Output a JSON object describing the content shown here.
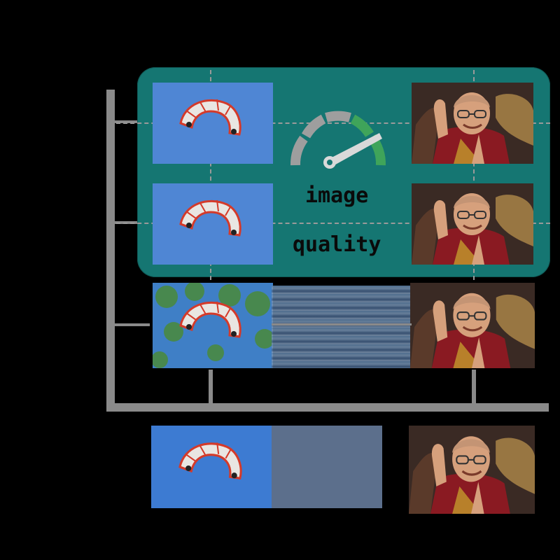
{
  "diagram": {
    "panel_label_line1": "image",
    "panel_label_line2": "quality",
    "gauge_icon": "speedometer-gauge-icon",
    "colors": {
      "panel": "#157672",
      "axis": "#8a8a8a",
      "gauge_arc": "#9e9e9e",
      "gauge_good": "#3fa45a",
      "needle": "#d9d9d9",
      "sky_clean": "#4f86d4",
      "sky_noisy": "#3a7ec4"
    },
    "rows": [
      {
        "left_image": "kite",
        "right_image": "portrait",
        "variant": "clean"
      },
      {
        "left_image": "kite",
        "right_image": "portrait",
        "variant": "clean"
      },
      {
        "left_image": "kite",
        "right_image": "portrait",
        "variant": "distorted"
      },
      {
        "left_image": "kite",
        "right_image": "portrait",
        "variant": "reference"
      }
    ]
  }
}
